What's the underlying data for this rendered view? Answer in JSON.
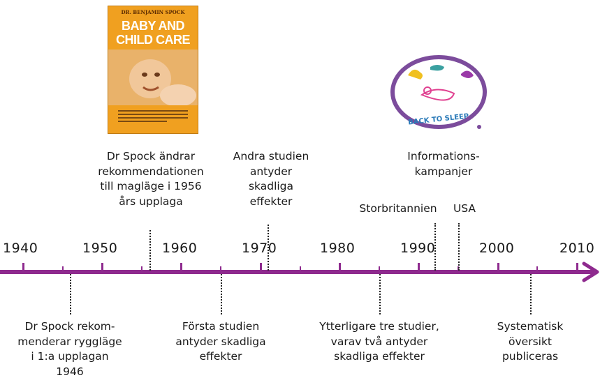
{
  "years": [
    "1940",
    "1950",
    "1960",
    "1970",
    "1980",
    "1990",
    "2000",
    "2010"
  ],
  "book": {
    "author": "DR. BENJAMIN SPOCK",
    "title_line1": "BABY AND",
    "title_line2": "CHILD CARE"
  },
  "logo": {
    "text": "BACK TO SLEEP"
  },
  "events_above": {
    "spock_change": "Dr Spock ändrar\nrekommendationen\ntill magläge i 1956\nårs upplaga",
    "second_study": "Andra studien\nantyder\nskadliga\neffekter",
    "campaigns": "Informations-\nkampanjer",
    "uk": "Storbritannien",
    "usa": "USA"
  },
  "events_below": {
    "spock_recommends": "Dr Spock rekom-\nmenderar ryggläge\ni 1:a upplagan\n1946",
    "first_study": "Första studien\nantyder skadliga\neffekter",
    "three_studies": "Ytterligare tre studier,\nvarav två antyder\nskadliga effekter",
    "review": "Systematisk\növersikt\npubliceras"
  },
  "colors": {
    "axis": "#8e2a8e",
    "book_bg": "#f3a51d",
    "book_title": "#ffffff",
    "logo_ring": "#7c4c9c"
  }
}
